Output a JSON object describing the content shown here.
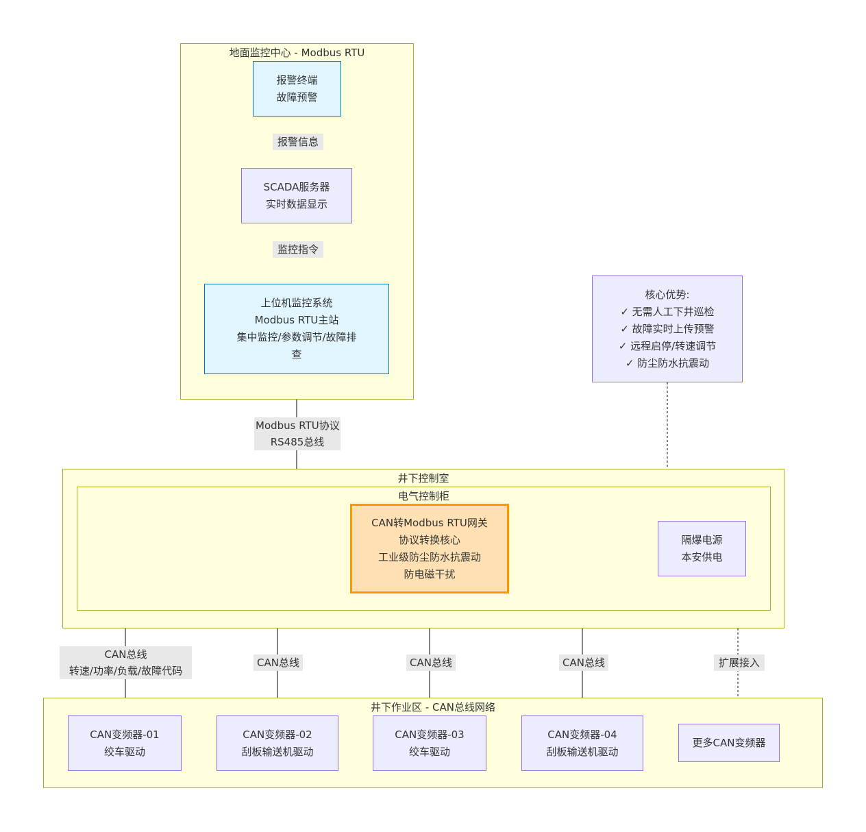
{
  "clusters": {
    "ground": {
      "title": "地面监控中心 - Modbus RTU"
    },
    "underground_control": {
      "title": "井下控制室"
    },
    "cabinet": {
      "title": "电气控制柜"
    },
    "work_area": {
      "title": "井下作业区 - CAN总线网络"
    }
  },
  "nodes": {
    "alarm": {
      "lines": [
        "报警终端",
        "故障预警"
      ]
    },
    "scada": {
      "lines": [
        "SCADA服务器",
        "实时数据显示"
      ]
    },
    "host": {
      "lines": [
        "上位机监控系统",
        "Modbus RTU主站",
        "集中监控/参数调节/故障排",
        "查"
      ]
    },
    "advantages": {
      "lines": [
        "核心优势:",
        "✓ 无需人工下井巡检",
        "✓ 故障实时上传预警",
        "✓ 远程启停/转速调节",
        "✓ 防尘防水抗震动"
      ]
    },
    "gateway": {
      "lines": [
        "CAN转Modbus RTU网关",
        "协议转换核心",
        "工业级防尘防水抗震动",
        "防电磁干扰"
      ]
    },
    "power": {
      "lines": [
        "隔爆电源",
        "本安供电"
      ]
    },
    "vfd1": {
      "lines": [
        "CAN变频器-01",
        "绞车驱动"
      ]
    },
    "vfd2": {
      "lines": [
        "CAN变频器-02",
        "刮板输送机驱动"
      ]
    },
    "vfd3": {
      "lines": [
        "CAN变频器-03",
        "绞车驱动"
      ]
    },
    "vfd4": {
      "lines": [
        "CAN变频器-04",
        "刮板输送机驱动"
      ]
    },
    "more": {
      "lines": [
        "更多CAN变频器"
      ]
    }
  },
  "edge_labels": {
    "alarm_info": {
      "lines": [
        "报警信息"
      ]
    },
    "monitor_cmd": {
      "lines": [
        "监控指令"
      ]
    },
    "modbus_link": {
      "lines": [
        "Modbus RTU协议",
        "RS485总线"
      ]
    },
    "can1": {
      "lines": [
        "CAN总线",
        "转速/功率/负载/故障代码"
      ]
    },
    "can2": {
      "lines": [
        "CAN总线"
      ]
    },
    "can3": {
      "lines": [
        "CAN总线"
      ]
    },
    "can4": {
      "lines": [
        "CAN总线"
      ]
    },
    "expand": {
      "lines": [
        "扩展接入"
      ]
    }
  }
}
